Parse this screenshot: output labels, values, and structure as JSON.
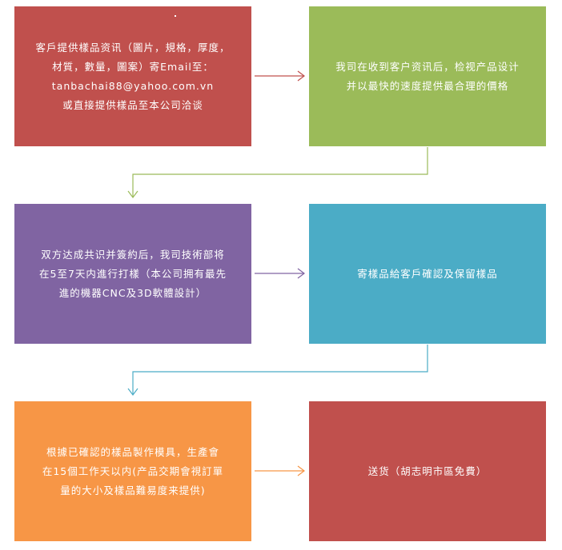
{
  "steps": [
    {
      "lines": [
        "客戶提供樣品资讯（圖片，規格，厚度，",
        "材質，數量，圖案）寄Email至：",
        "tanbachai88@yahoo.com.vn",
        "或直接提供樣品至本公司洽谈"
      ],
      "color": "#c0504d"
    },
    {
      "lines": [
        "我司在收到客户资讯后，检视产品设计",
        "并以最快的速度提供最合理的價格"
      ],
      "color": "#9bbb59"
    },
    {
      "lines": [
        "双方达成共识并簽約后，我司技術部将",
        "在5至7天内進行打樣（本公司拥有最先",
        "進的機器CNC及3D軟體設計）"
      ],
      "color": "#8064a2"
    },
    {
      "lines": [
        "寄樣品給客戶確認及保留樣品"
      ],
      "color": "#4bacc6"
    },
    {
      "lines": [
        "根據已確認的樣品製作模具，生產會",
        "在15個工作天以内(产品交期會視訂單",
        "量的大小及樣品難易度来提供)"
      ],
      "color": "#f79646"
    },
    {
      "lines": [
        "送货（胡志明市區免費）"
      ],
      "color": "#c0504d"
    }
  ],
  "connector_colors": {
    "arrow_1_2": "#c0504d",
    "arrow_2_3": "#9bbb59",
    "arrow_3_4": "#8064a2",
    "arrow_4_5": "#4bacc6",
    "arrow_5_6": "#f79646"
  }
}
